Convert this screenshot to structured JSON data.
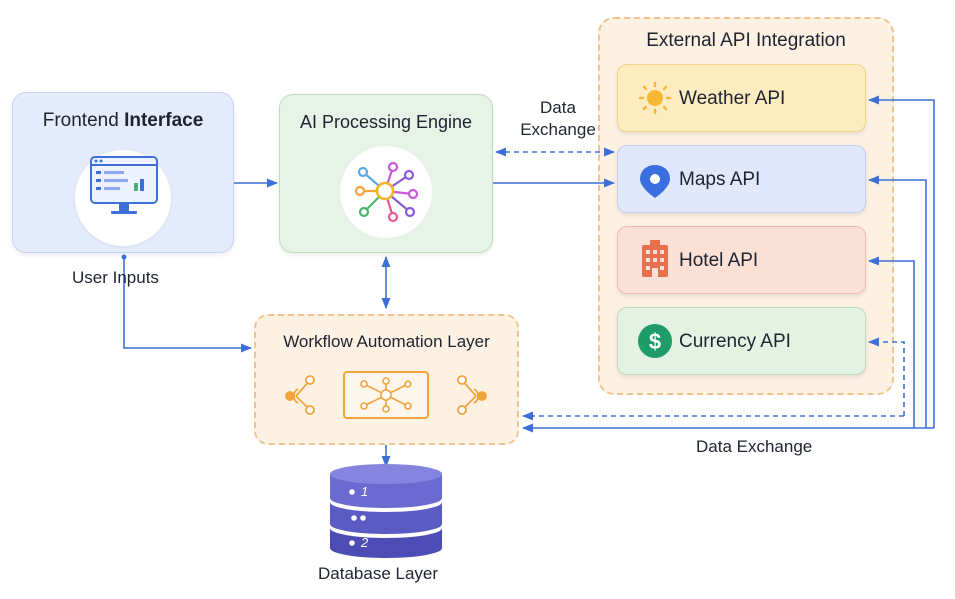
{
  "frontend": {
    "title_regular": "Frontend ",
    "title_bold": "Interface",
    "icon": "browser-window-icon"
  },
  "ai_engine": {
    "title": "AI Processing Engine",
    "icon": "neural-network-icon"
  },
  "external": {
    "title": "External API Integration",
    "apis": [
      {
        "label": "Weather API",
        "icon": "sun-icon",
        "color": "#f7b733"
      },
      {
        "label": "Maps API",
        "icon": "map-pin-icon",
        "color": "#3b6fe0"
      },
      {
        "label": "Hotel API",
        "icon": "hotel-building-icon",
        "color": "#e8704e"
      },
      {
        "label": "Currency API",
        "icon": "dollar-coin-icon",
        "color": "#1f9a6a"
      }
    ]
  },
  "workflow": {
    "title": "Workflow Automation Layer",
    "icon": "workflow-network-icon"
  },
  "database": {
    "label": "Database Layer",
    "icon": "database-stack-icon",
    "rows": [
      "1",
      "",
      "2"
    ]
  },
  "labels": {
    "user_inputs": "User Inputs",
    "data_exchange_top_line1": "Data",
    "data_exchange_top_line2": "Exchange",
    "data_exchange_bottom": "Data Exchange"
  },
  "colors": {
    "arrow": "#3d6fd8",
    "database": "#5b5bc4"
  }
}
